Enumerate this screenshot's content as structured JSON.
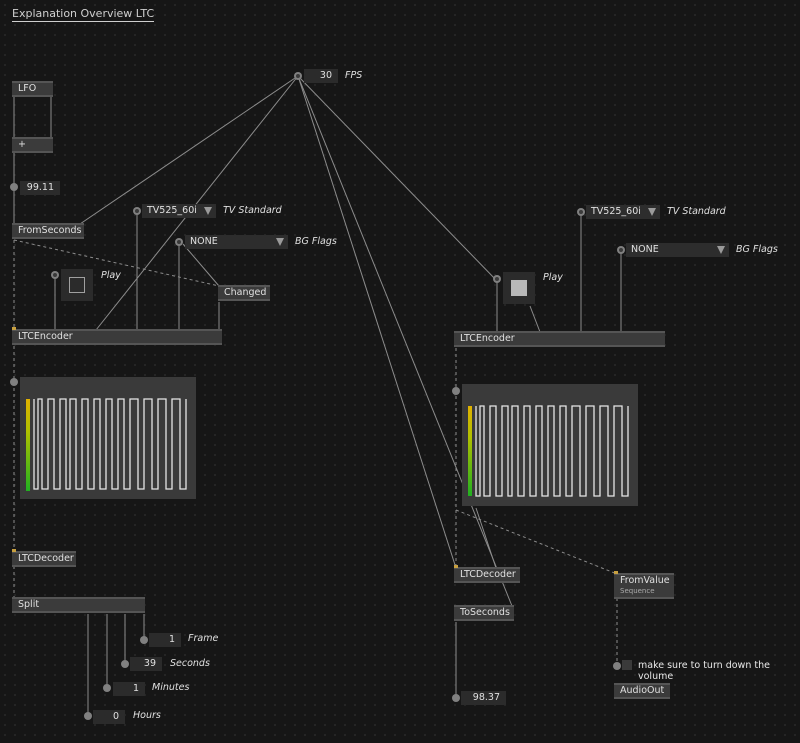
{
  "patch": {
    "title": "Explanation Overview LTC"
  },
  "fps": {
    "value": "30",
    "label": "FPS"
  },
  "left": {
    "lfo": "LFO",
    "plus": "+",
    "seconds_value": "99.11",
    "from_seconds": "FromSeconds",
    "tv_standard": {
      "value": "TV525_60i",
      "label": "TV Standard"
    },
    "bg_flags": {
      "value": "NONE",
      "label": "BG Flags"
    },
    "play_label": "Play",
    "changed": "Changed",
    "encoder": "LTCEncoder",
    "decoder": "LTCDecoder",
    "split": "Split",
    "outputs": [
      {
        "value": "1",
        "label": "Frame"
      },
      {
        "value": "39",
        "label": "Seconds"
      },
      {
        "value": "1",
        "label": "Minutes"
      },
      {
        "value": "0",
        "label": "Hours"
      }
    ]
  },
  "right": {
    "tv_standard": {
      "value": "TV525_60i",
      "label": "TV Standard"
    },
    "bg_flags": {
      "value": "NONE",
      "label": "BG Flags"
    },
    "play_label": "Play",
    "encoder": "LTCEncoder",
    "decoder": "LTCDecoder",
    "to_seconds": "ToSeconds",
    "seconds_out": "98.37",
    "from_value": "FromValue",
    "from_value_sub": "Sequence",
    "volume_note": "make sure to turn down the volume",
    "audio_out": "AudioOut"
  },
  "colors": {
    "background": "#161616",
    "node": "#3b3b3b",
    "wire": "#9a9a9a",
    "waveform": "#e6e6e6",
    "meter_top": "#e0b000",
    "meter_bottom": "#20b020"
  }
}
